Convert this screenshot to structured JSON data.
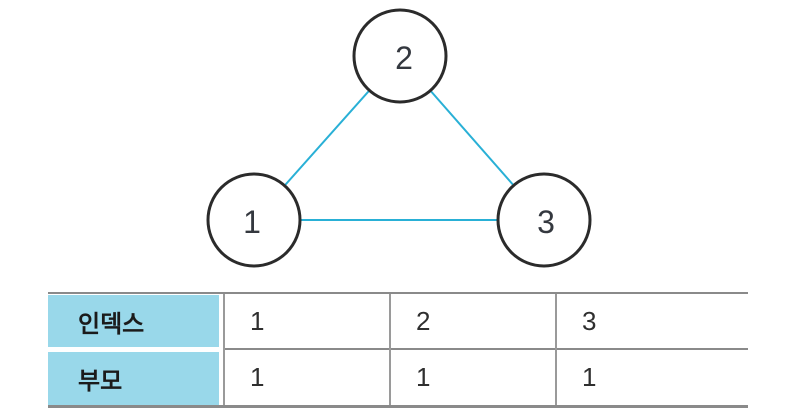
{
  "figure": {
    "background_color": "#ffffff"
  },
  "graph": {
    "type": "undirected-graph",
    "edge_color": "#29b0d6",
    "node_border_color": "#2b2b2b",
    "node_fill_color": "#ffffff",
    "nodes": [
      {
        "id": "1",
        "label": "1"
      },
      {
        "id": "2",
        "label": "2"
      },
      {
        "id": "3",
        "label": "3"
      }
    ],
    "edges": [
      {
        "from": "1",
        "to": "2"
      },
      {
        "from": "2",
        "to": "3"
      },
      {
        "from": "1",
        "to": "3"
      }
    ]
  },
  "table": {
    "header_bg_color": "#99d8ea",
    "border_color": "#8a8a8a",
    "rows": [
      {
        "label": "인덱스",
        "cells": [
          "1",
          "2",
          "3"
        ]
      },
      {
        "label": "부모",
        "cells": [
          "1",
          "1",
          "1"
        ]
      }
    ]
  }
}
